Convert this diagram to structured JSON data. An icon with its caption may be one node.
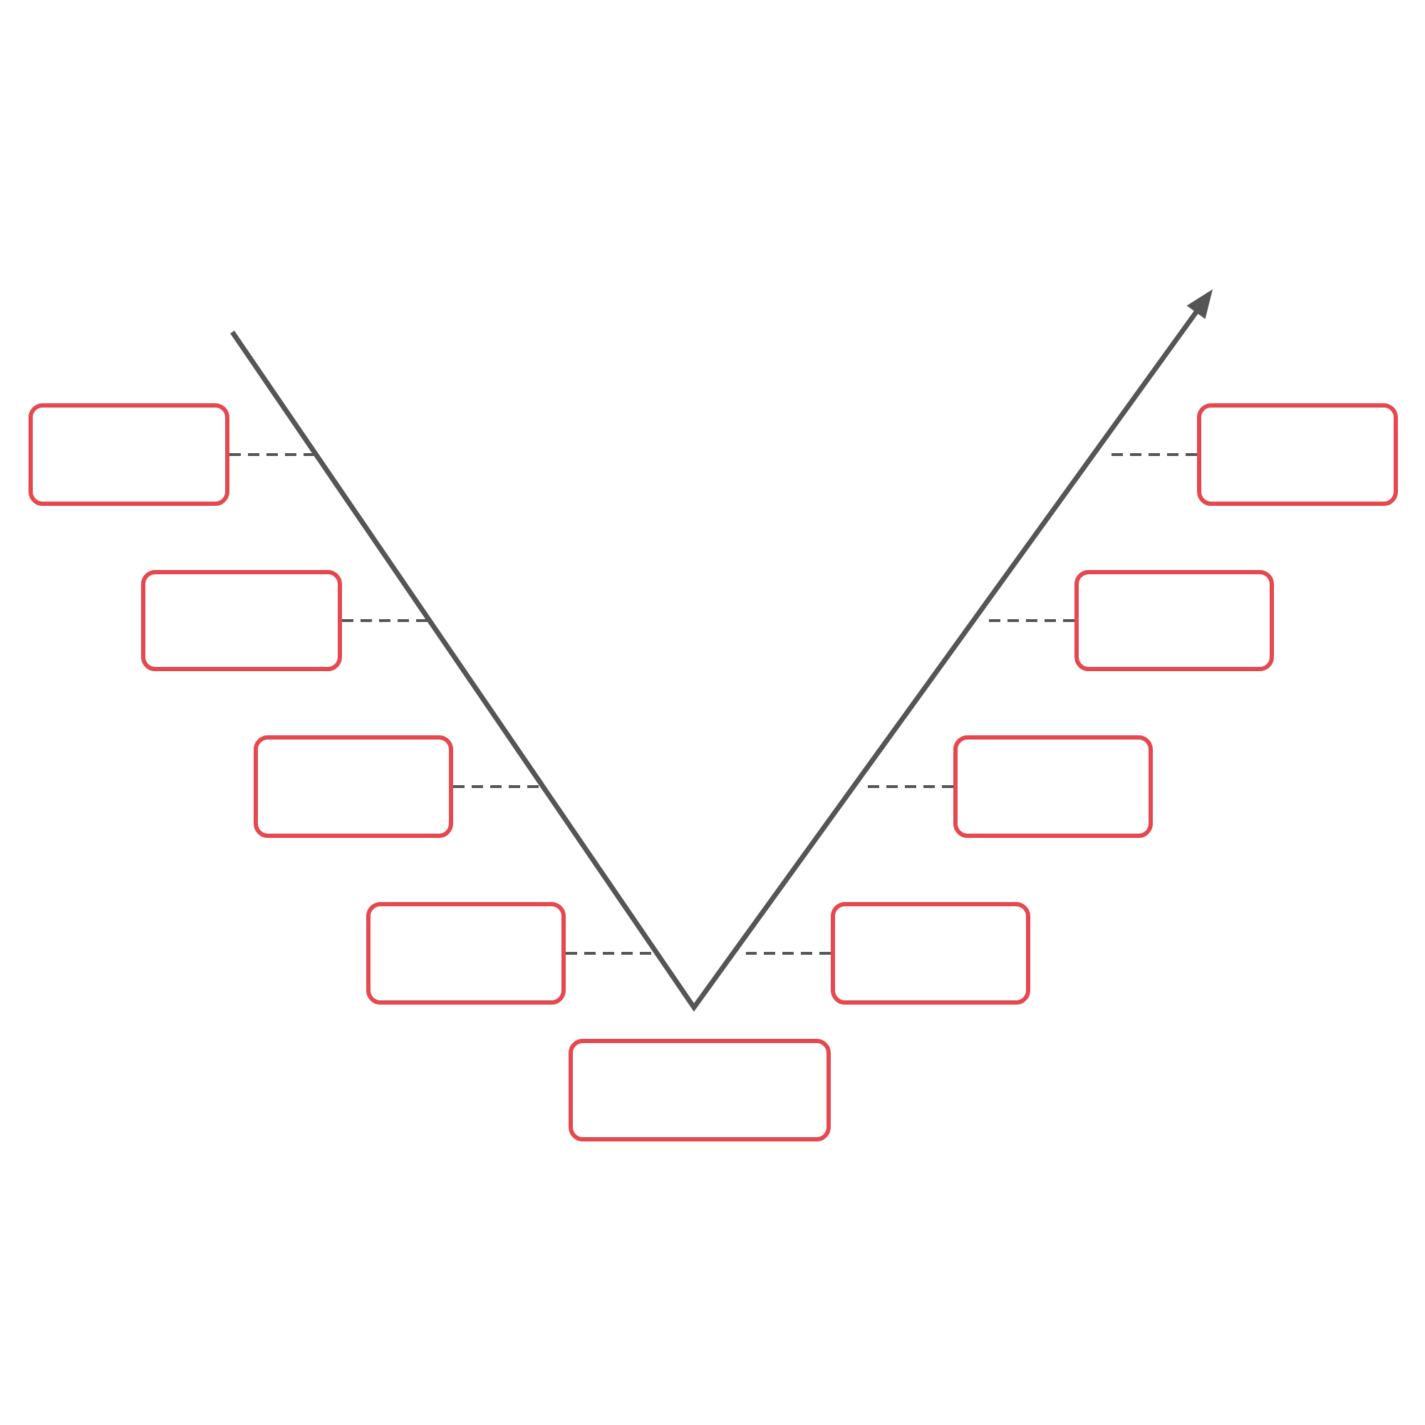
{
  "diagram": {
    "nodes": [
      {
        "text": [],
        "shape": "box"
      },
      {
        "text": [],
        "shape": "box"
      },
      {
        "text": [],
        "shape": "box"
      },
      {
        "text": [],
        "shape": "box"
      },
      {
        "text": [],
        "shape": "box"
      },
      {
        "text": [],
        "shape": "box"
      },
      {
        "text": [],
        "shape": "box"
      },
      {
        "text": [],
        "shape": "box"
      },
      {
        "text": [],
        "shape": "box"
      }
    ],
    "edges": [
      {
        "from": 0,
        "to": null,
        "arrow": "none",
        "style": "dashed"
      },
      {
        "from": 1,
        "to": null,
        "arrow": "none",
        "style": "dashed"
      },
      {
        "from": 2,
        "to": null,
        "arrow": "none",
        "style": "dashed"
      },
      {
        "from": 3,
        "to": null,
        "arrow": "none",
        "style": "dashed"
      },
      {
        "from": 5,
        "to": null,
        "arrow": "none",
        "style": "dashed"
      },
      {
        "from": 6,
        "to": null,
        "arrow": "none",
        "style": "dashed"
      },
      {
        "from": 7,
        "to": null,
        "arrow": "none",
        "style": "dashed"
      },
      {
        "from": 8,
        "to": null,
        "arrow": "none",
        "style": "dashed"
      }
    ]
  }
}
